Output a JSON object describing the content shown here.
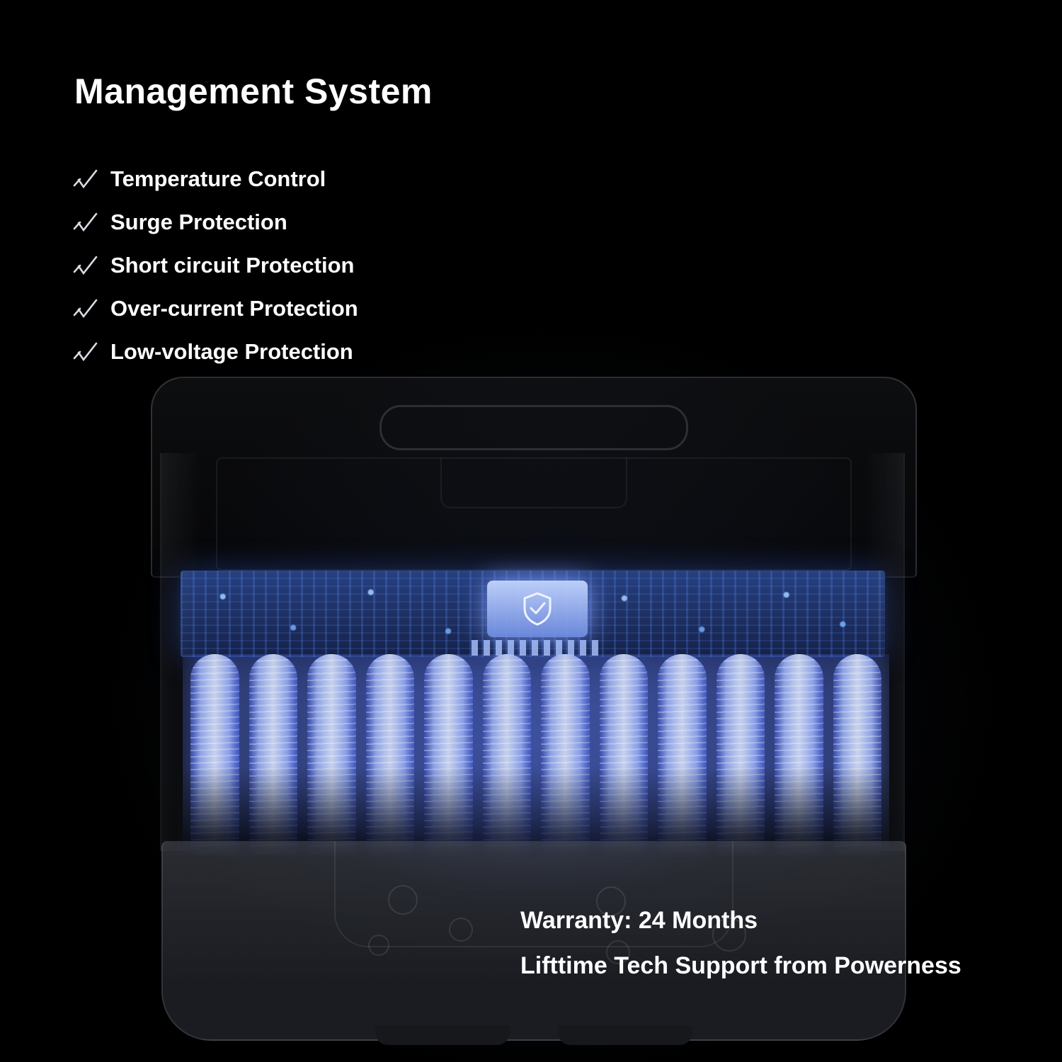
{
  "title": "Management System",
  "features": [
    {
      "label": "Temperature Control"
    },
    {
      "label": "Surge Protection"
    },
    {
      "label": "Short circuit Protection"
    },
    {
      "label": "Over-current Protection"
    },
    {
      "label": "Low-voltage Protection"
    }
  ],
  "warranty": {
    "line1": "Warranty: 24 Months",
    "line2": "Lifttime Tech Support from Powerness"
  },
  "device": {
    "cell_count": 12,
    "colors": {
      "background": "#000000",
      "text": "#ffffff",
      "cell_glow": "#6886ff",
      "cell_body": "#e4eeff",
      "board": "#1b2a55",
      "chip": "#8aa6ec"
    }
  }
}
